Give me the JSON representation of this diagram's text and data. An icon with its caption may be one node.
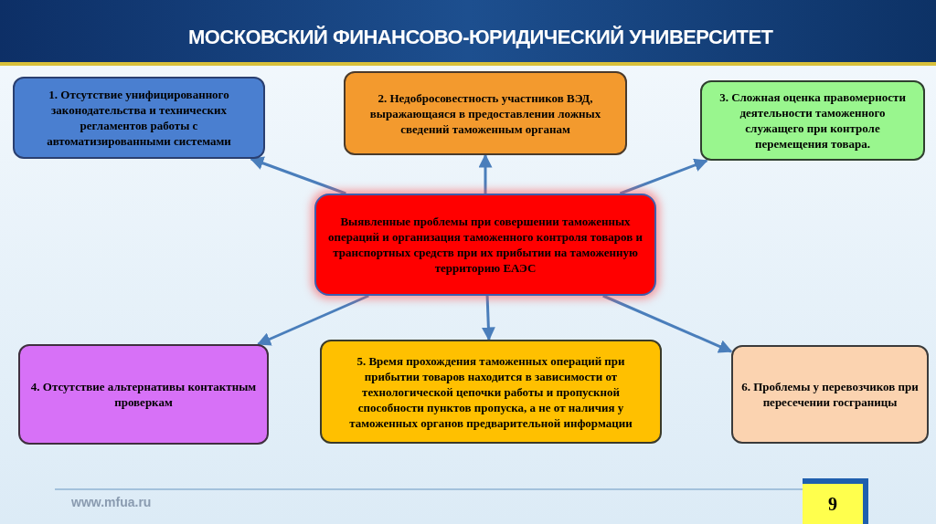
{
  "diagram": {
    "title": "МОСКОВСКИЙ ФИНАНСОВО-ЮРИДИЧЕСКИЙ УНИВЕРСИТЕТ",
    "nodes": [
      {
        "text": [
          "1. Отсутствие унифицированного законодательства и технических регламентов работы с автоматизированными системами"
        ]
      },
      {
        "text": [
          "2. Недобросовестность участников ВЭД, выражающаяся в предоставлении ложных сведений таможенным органам"
        ]
      },
      {
        "text": [
          "3. Сложная оценка правомерности деятельности таможенного служащего при контроле перемещения товара."
        ]
      },
      {
        "text": [
          "Выявленные проблемы при совершении таможенных операций и организация таможенного контроля товаров и транспортных средств при их прибытии на таможенную территорию ЕАЭС"
        ]
      },
      {
        "text": [
          "4. Отсутствие альтернативы контактным проверкам"
        ]
      },
      {
        "text": [
          "5. Время прохождения таможенных операций при прибытии товаров находится в зависимости от технологической цепочки работы и пропускной способности пунктов пропуска, а не от наличия у таможенных органов предварительной информации"
        ]
      },
      {
        "text": [
          "6. Проблемы у перевозчиков при пересечении госграницы"
        ]
      }
    ],
    "edges": [
      {
        "from": 3,
        "to": 0,
        "arrow": "to"
      },
      {
        "from": 3,
        "to": 1,
        "arrow": "to"
      },
      {
        "from": 3,
        "to": 2,
        "arrow": "to"
      },
      {
        "from": 3,
        "to": 4,
        "arrow": "to"
      },
      {
        "from": 3,
        "to": 5,
        "arrow": "to"
      },
      {
        "from": 3,
        "to": 6,
        "arrow": "to"
      }
    ],
    "labels": [
      "www.mfua.ru",
      "9"
    ]
  }
}
